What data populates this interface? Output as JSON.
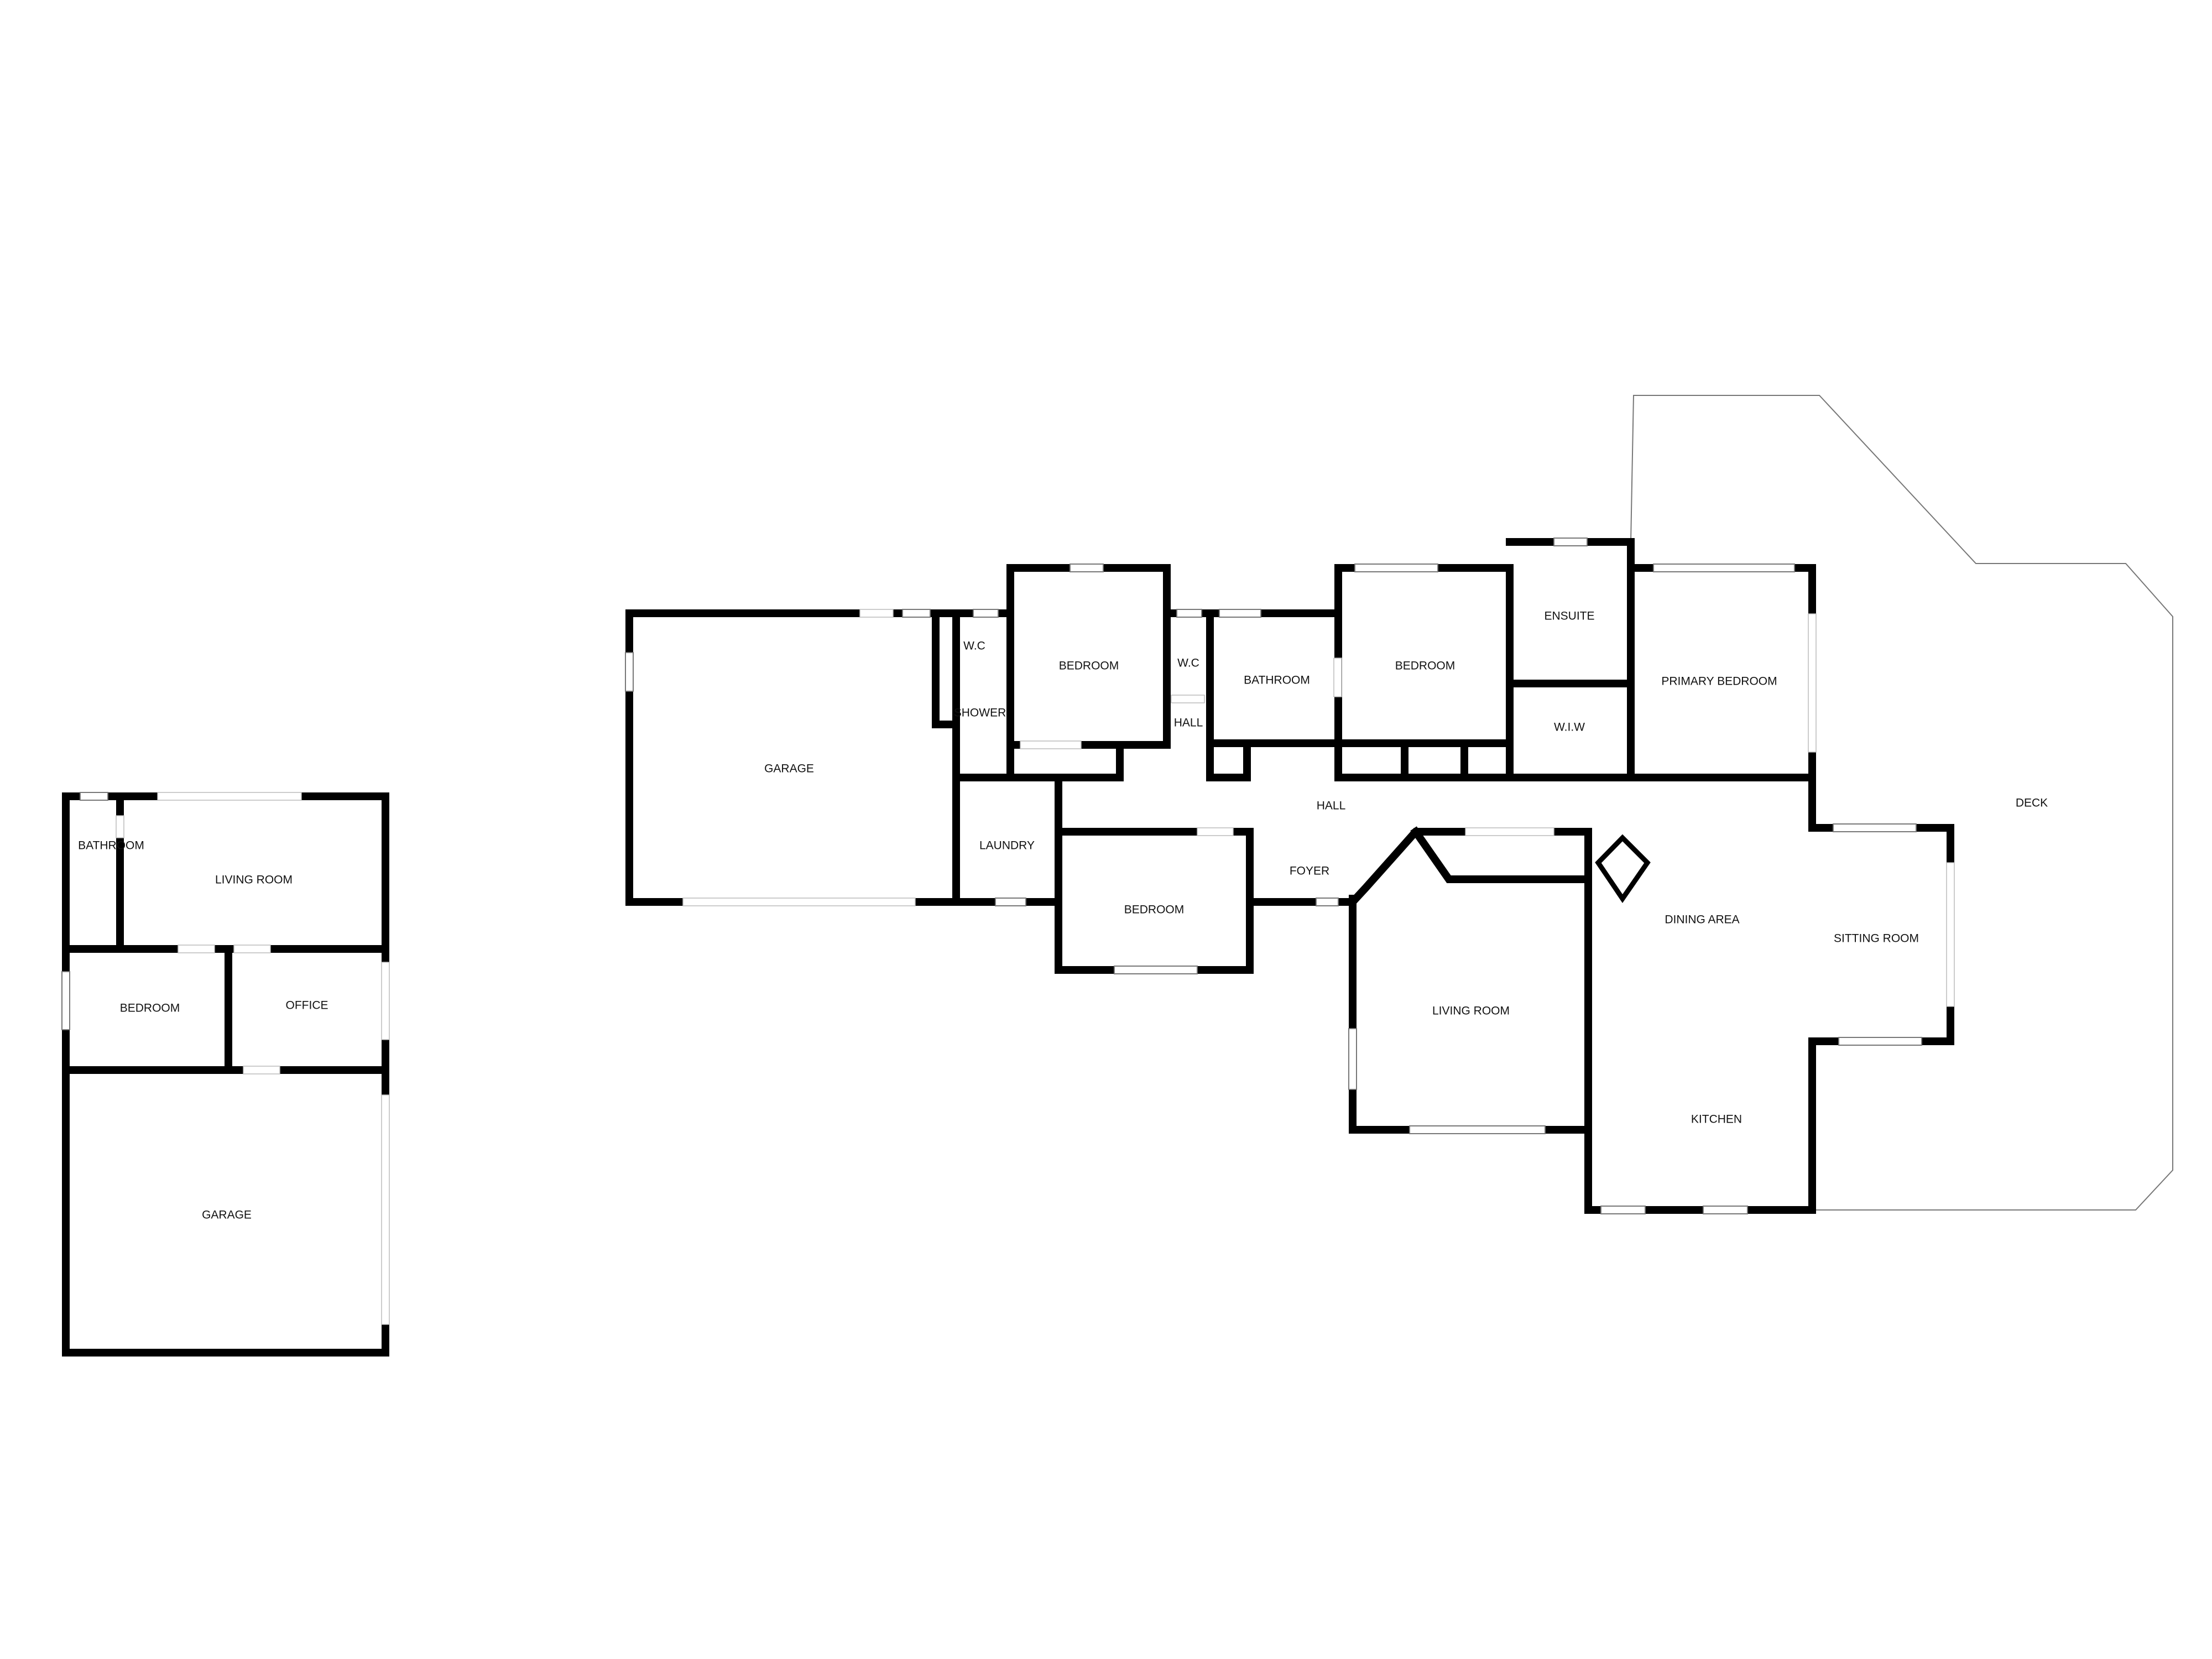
{
  "outbuilding": {
    "rooms": {
      "bathroom": "BATHROOM",
      "living_room": "LIVING ROOM",
      "bedroom": "BEDROOM",
      "office": "OFFICE",
      "garage": "GARAGE"
    }
  },
  "main_house": {
    "rooms": {
      "garage": "GARAGE",
      "wc_1": "W.C",
      "shower": "SHOWER",
      "bedroom_1": "BEDROOM",
      "wc_2": "W.C",
      "hall_small": "HALL",
      "bathroom": "BATHROOM",
      "bedroom_2": "BEDROOM",
      "ensuite": "ENSUITE",
      "wiw": "W.I.W",
      "primary_bedroom": "PRIMARY BEDROOM",
      "hall": "HALL",
      "laundry": "LAUNDRY",
      "foyer": "FOYER",
      "bedroom_3": "BEDROOM",
      "living_room": "LIVING ROOM",
      "dining_area": "DINING AREA",
      "sitting_room": "SITTING ROOM",
      "kitchen": "KITCHEN",
      "deck": "DECK"
    }
  }
}
